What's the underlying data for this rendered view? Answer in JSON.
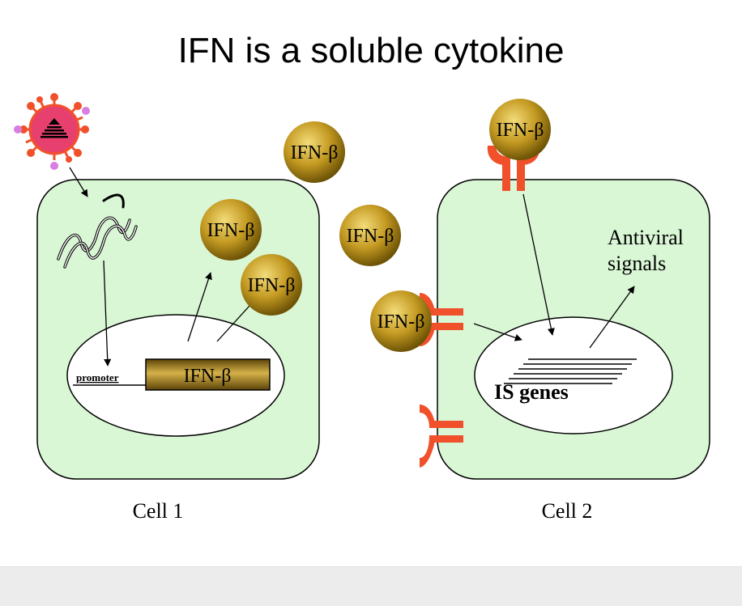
{
  "slide": {
    "title": "IFN is a soluble cytokine"
  },
  "diagram": {
    "ifn_label": "IFN-β",
    "promoter_label": "promoter",
    "gene_label": "IFN-β",
    "antiviral_line1": "Antiviral",
    "antiviral_line2": "signals",
    "is_genes_label": "IS genes",
    "cell1_label": "Cell 1",
    "cell2_label": "Cell 2"
  },
  "colors": {
    "cell_fill": "#d9f7d5",
    "receptor": "#f0502a",
    "ifn_gold": "#b8901e",
    "virus_core": "#e8406e",
    "virus_spike": "#f0502a",
    "virus_knob_purple": "#d77ee0"
  }
}
